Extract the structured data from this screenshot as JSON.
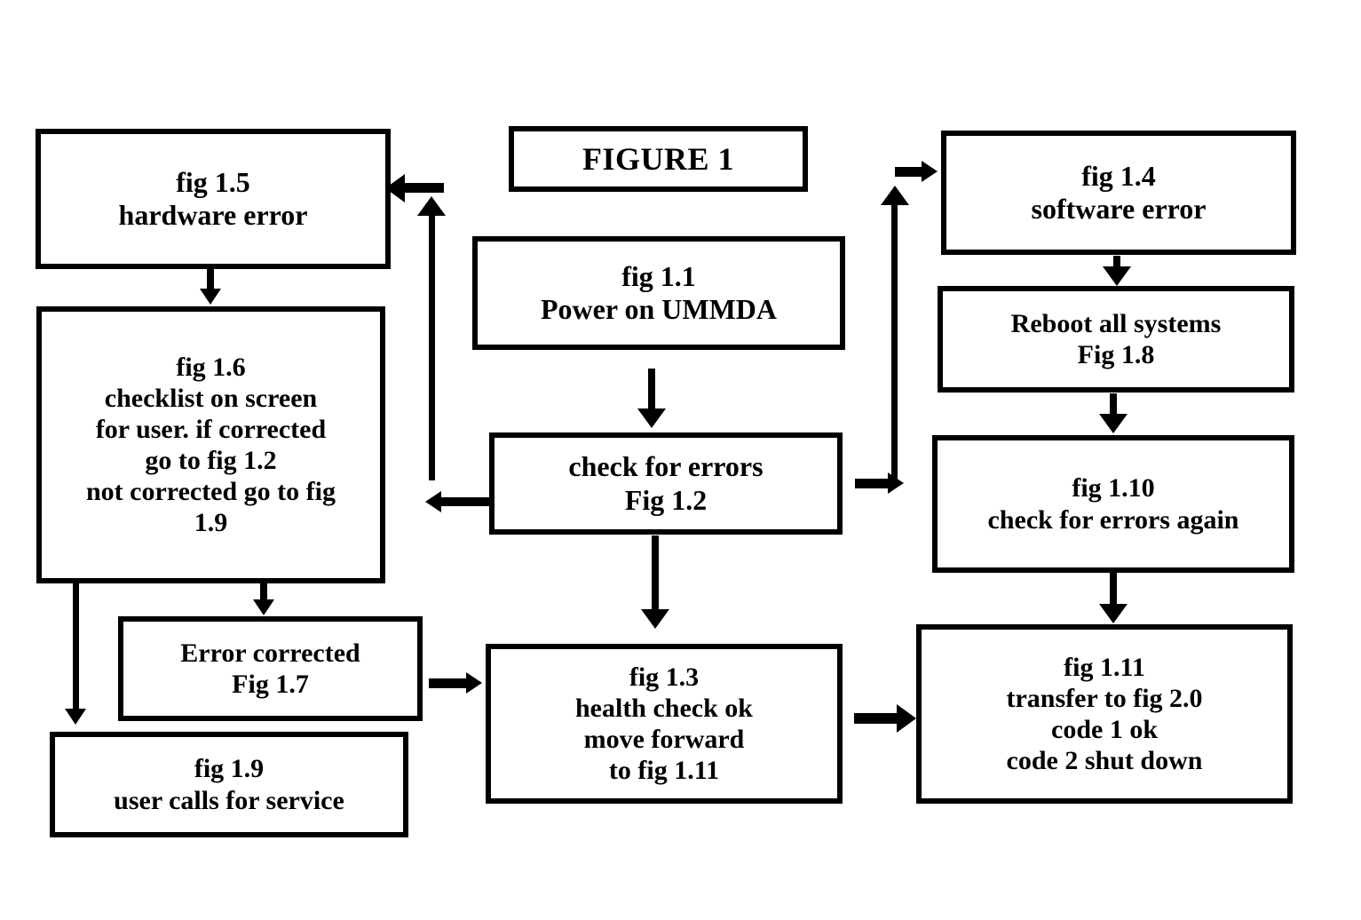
{
  "figure": {
    "title": "FIGURE 1",
    "boxes": {
      "fig_1_1": "fig 1.1\nPower on UMMDA",
      "fig_1_2": "check for errors\nFig 1.2",
      "fig_1_3": "fig 1.3\nhealth check ok\nmove forward\nto fig 1.11",
      "fig_1_4": "fig 1.4\nsoftware error",
      "fig_1_5": "fig 1.5\nhardware error",
      "fig_1_6": "fig 1.6\nchecklist on screen\nfor user. if corrected\ngo to fig 1.2\nnot corrected go to fig\n1.9",
      "fig_1_7": "Error corrected\nFig 1.7",
      "fig_1_8": "Reboot all systems\nFig 1.8",
      "fig_1_9": "fig 1.9\nuser calls for service",
      "fig_1_10": "fig 1.10\ncheck for errors again",
      "fig_1_11": "fig 1.11\ntransfer to fig 2.0\ncode 1 ok\ncode 2 shut down"
    },
    "colors": {
      "stroke": "#000000",
      "fill": "#ffffff",
      "text": "#000000"
    },
    "flow_edges": [
      {
        "from": "fig_1_1",
        "to": "fig_1_2",
        "direction": "down"
      },
      {
        "from": "fig_1_2",
        "to": "fig_1_3",
        "direction": "down"
      },
      {
        "from": "fig_1_2",
        "to": "fig_1_6",
        "direction": "left"
      },
      {
        "from": "fig_1_2",
        "to": "fig_1_4",
        "direction": "right-up"
      },
      {
        "from": "fig_1_6",
        "to": "fig_1_5",
        "direction": "up-left"
      },
      {
        "from": "fig_1_5",
        "to": "fig_1_6",
        "direction": "down"
      },
      {
        "from": "fig_1_6",
        "to": "fig_1_7",
        "direction": "down"
      },
      {
        "from": "fig_1_6",
        "to": "fig_1_9",
        "direction": "down"
      },
      {
        "from": "fig_1_7",
        "to": "fig_1_3",
        "direction": "right"
      },
      {
        "from": "fig_1_3",
        "to": "fig_1_11",
        "direction": "right"
      },
      {
        "from": "fig_1_4",
        "to": "fig_1_8",
        "direction": "down"
      },
      {
        "from": "fig_1_8",
        "to": "fig_1_10",
        "direction": "down"
      },
      {
        "from": "fig_1_10",
        "to": "fig_1_11",
        "direction": "down"
      }
    ]
  }
}
